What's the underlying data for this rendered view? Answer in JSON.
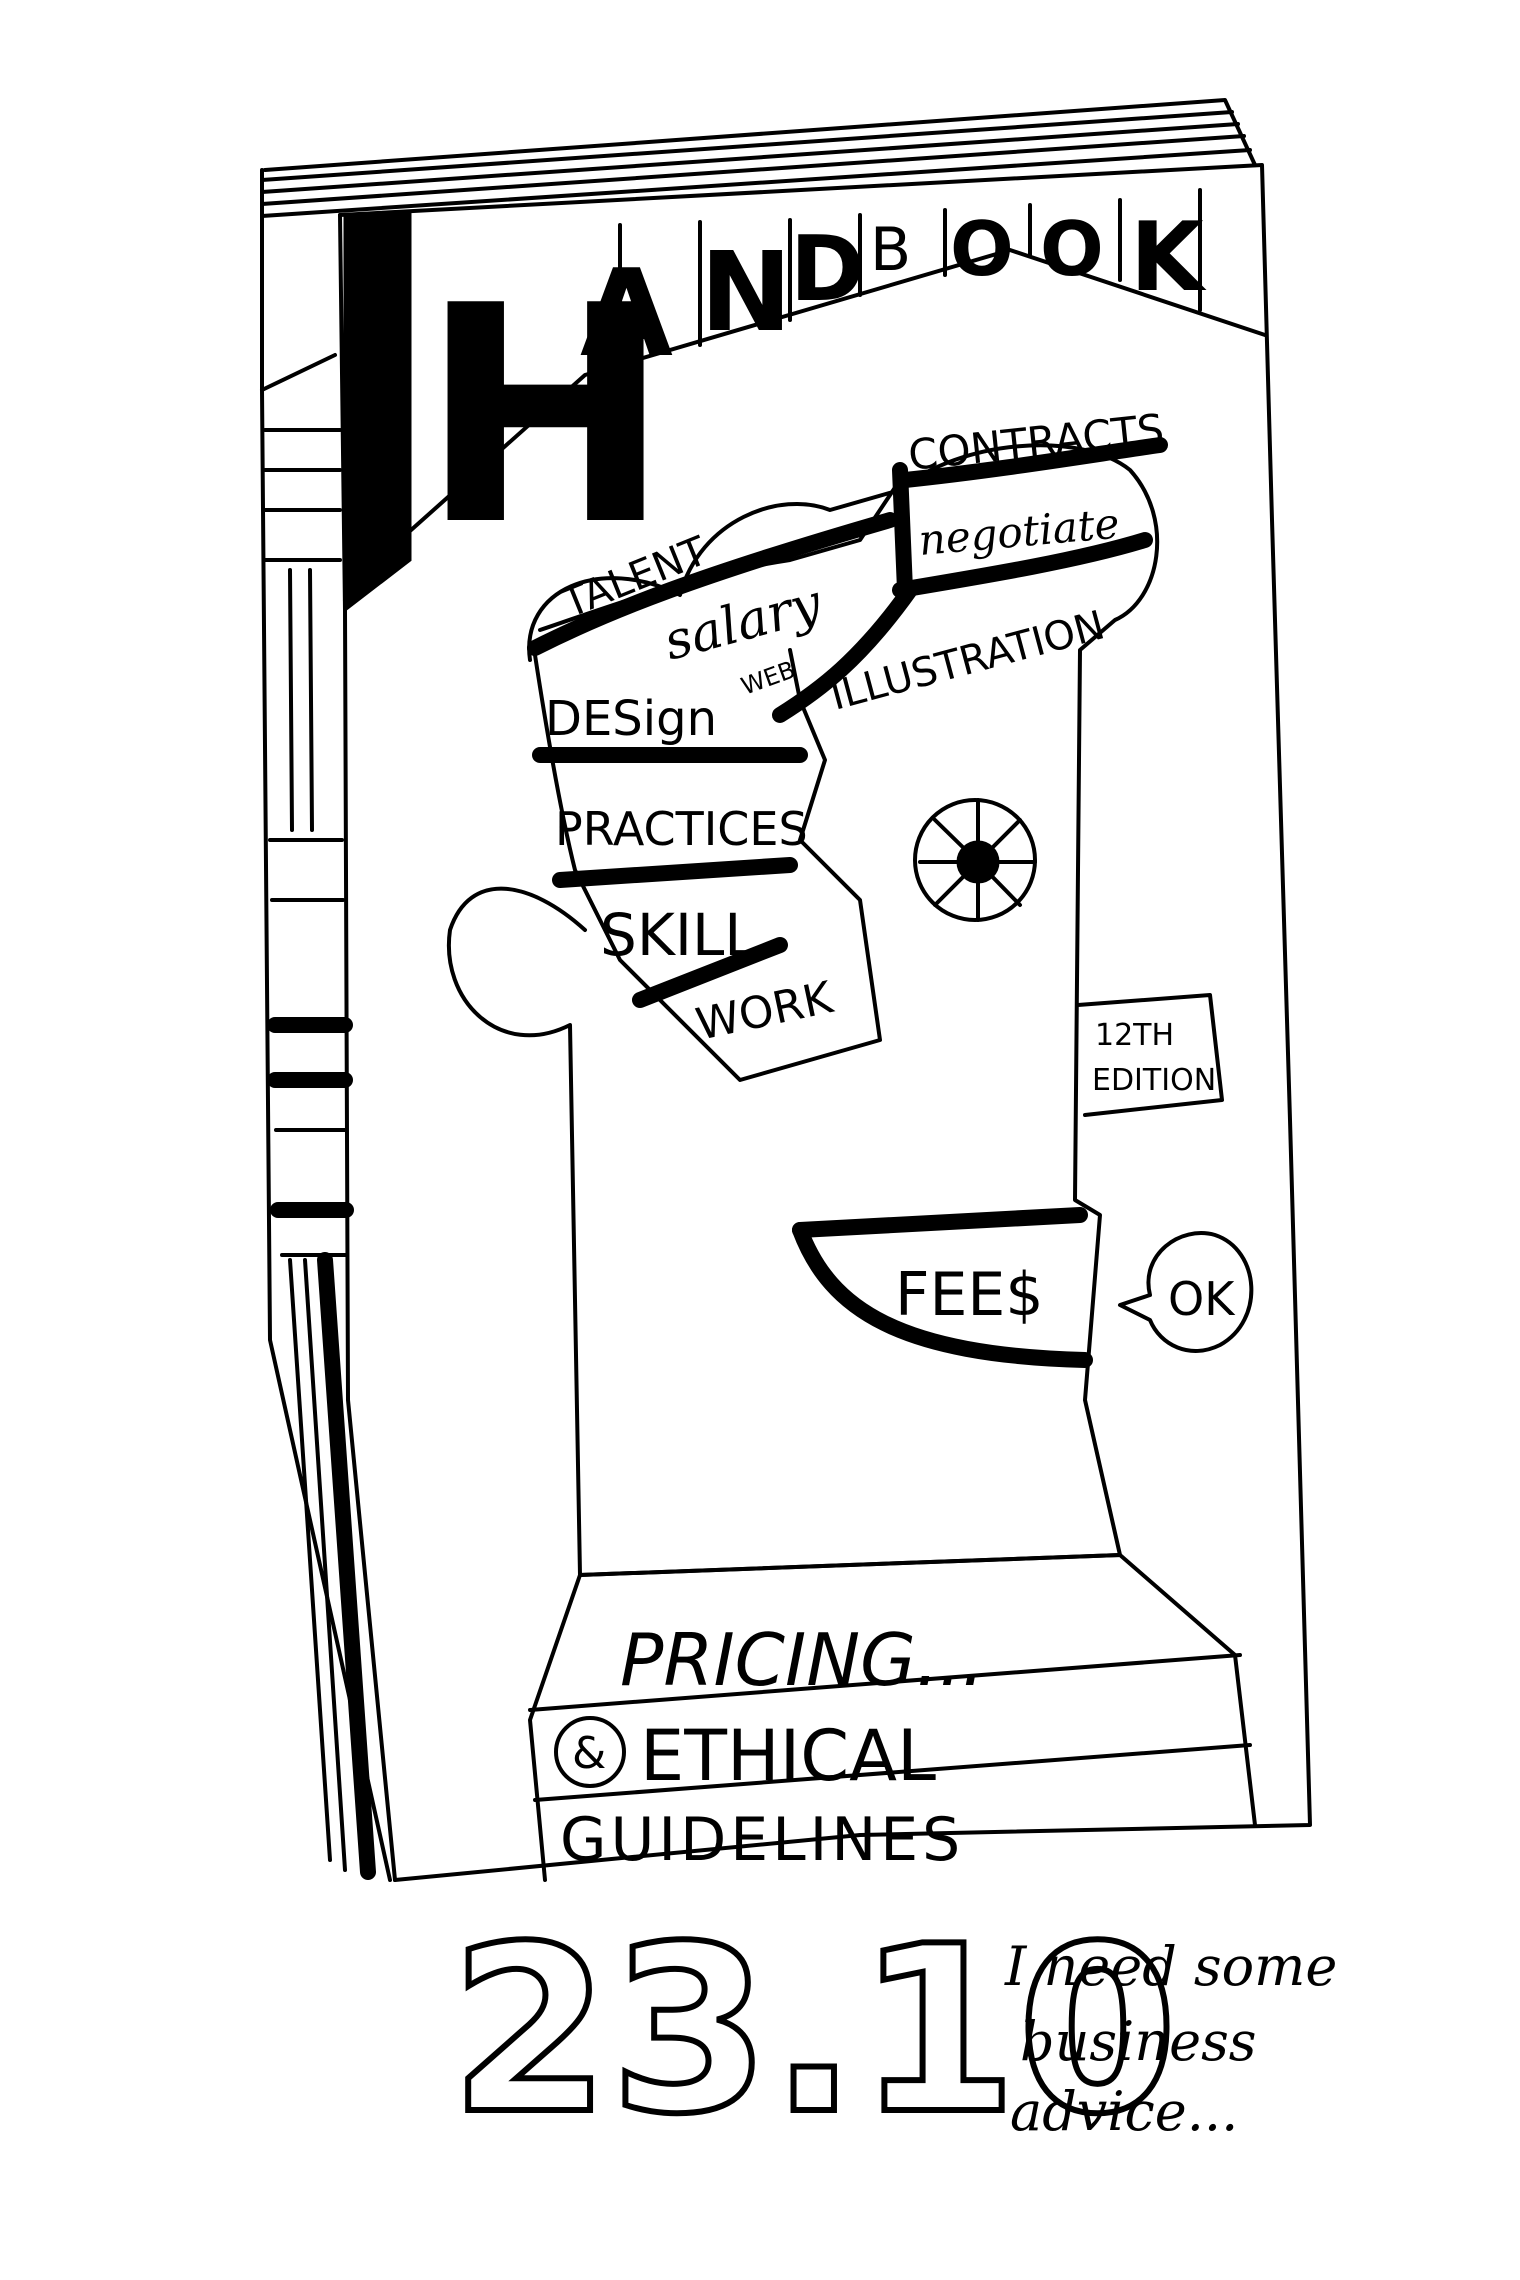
{
  "cover": {
    "title": "HANDBOOK",
    "title_letters": [
      "H",
      "A",
      "N",
      "D",
      "B",
      "O",
      "O",
      "K"
    ],
    "head_words": {
      "talent": "TALENT",
      "salary": "salary",
      "contracts": "CONTRACTS",
      "negotiate": "negotiate",
      "illustration": "ILLUSTRATION",
      "web": "WEB",
      "design": "DESign",
      "practices": "PRACTICES",
      "skill": "SKILL",
      "work": "WORK"
    },
    "edition_line1": "12TH",
    "edition_line2": "EDITION",
    "mouth_text": "FEE$",
    "speech": "OK",
    "base_line1": "PRICING...",
    "base_ampersand": "&",
    "base_line2": "ETHICAL",
    "base_line3": "GUIDELINES"
  },
  "caption": {
    "date": "23.10",
    "note_line1": "I need some",
    "note_line2": "business",
    "note_line3": "advice..."
  },
  "colors": {
    "ink": "#000000",
    "paper": "#ffffff"
  }
}
